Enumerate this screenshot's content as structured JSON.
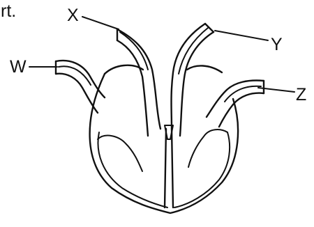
{
  "corner_text": "rt.",
  "labels": {
    "x": "X",
    "y": "Y",
    "w": "W",
    "z": "Z"
  },
  "colors": {
    "line": "#111111",
    "background": "#ffffff"
  }
}
